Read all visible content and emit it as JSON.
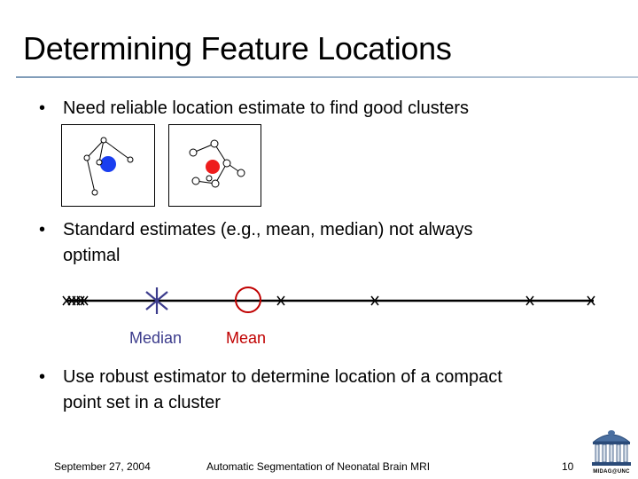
{
  "title": "Determining Feature Locations",
  "bullets": [
    "Need reliable location estimate to find good clusters",
    "Standard estimates (e.g., mean, median) not always",
    "optimal",
    "Use robust estimator to determine location of a compact",
    "point set in a cluster"
  ],
  "bullet_symbol": "•",
  "labels": {
    "median": "Median",
    "mean": "Mean"
  },
  "footer": {
    "date": "September 27, 2004",
    "center": "Automatic Segmentation of Neonatal Brain MRI",
    "page": "10",
    "logo_text": "MIDAG@UNC"
  },
  "colors": {
    "median": "#3c3c8c",
    "mean": "#c00000",
    "blue_point": "#1a3ef0",
    "red_point": "#ee1c1c",
    "rule": "#7f9bb8"
  }
}
